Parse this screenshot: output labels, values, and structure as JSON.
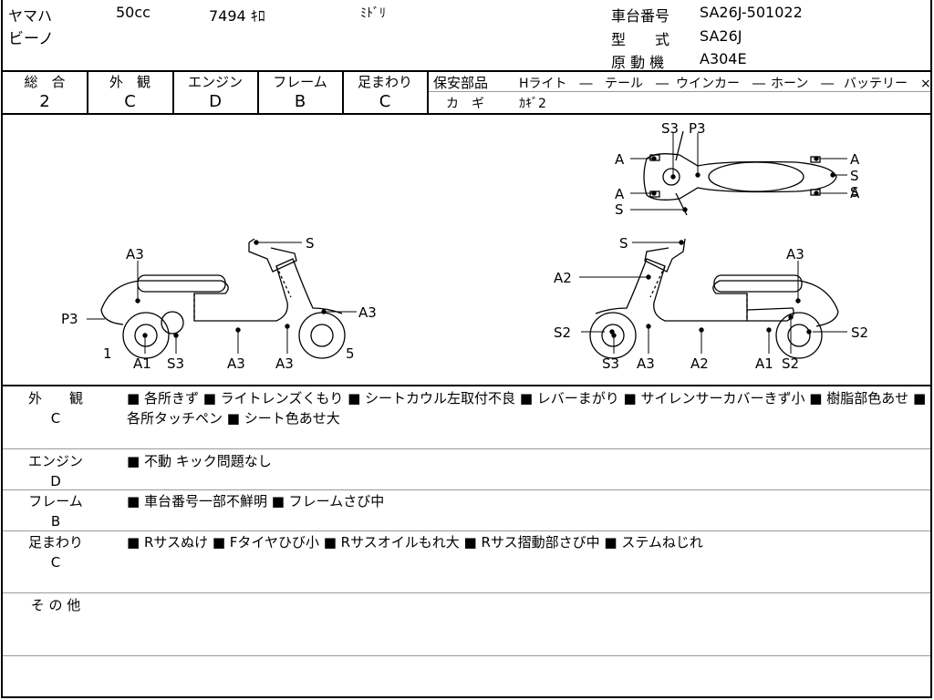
{
  "header": {
    "maker": "ヤマハ",
    "displacement": "50cc",
    "mileage": "7494 ｷﾛ",
    "color": "ﾐﾄﾞﾘ",
    "model_name": "ビーノ",
    "chassis_label": "車台番号",
    "chassis_value": "SA26J-501022",
    "type_label": "型　　式",
    "type_value": "SA26J",
    "engine_label": "原 動 機",
    "engine_value": "A304E"
  },
  "grades": [
    {
      "label": "総　合",
      "value": "2"
    },
    {
      "label": "外　観",
      "value": "C"
    },
    {
      "label": "エンジン",
      "value": "D"
    },
    {
      "label": "フレーム",
      "value": "B"
    },
    {
      "label": "足まわり",
      "value": "C"
    }
  ],
  "safety_parts": {
    "label": "保安部品",
    "items": [
      "Hライト　―",
      "テール　―",
      "ウインカー　―",
      "ホーン　―",
      "バッテリー　×"
    ],
    "key_label": "カ　ギ",
    "key_value": "ｶｷﾞ2"
  },
  "diagram_labels": {
    "top": [
      "S3",
      "P3",
      "A",
      "A",
      "S",
      "A",
      "S",
      "A",
      "S"
    ],
    "left": [
      "S",
      "A3",
      "P3",
      "A3",
      "1",
      "A1",
      "S3",
      "A3",
      "A3",
      "5"
    ],
    "right": [
      "S",
      "A3",
      "A2",
      "S2",
      "S2",
      "S3",
      "A3",
      "A2",
      "A1",
      "S2"
    ]
  },
  "sections": [
    {
      "label": "外　　観",
      "grade": "C",
      "text": "■ 各所きず ■ ライトレンズくもり ■ シートカウル左取付不良 ■ レバーまがり ■ サイレンサーカバーきず小 ■ 樹脂部色あせ ■ 各所タッチペン ■ シート色あせ大"
    },
    {
      "label": "エンジン",
      "grade": "D",
      "text": "■ 不動 キック問題なし"
    },
    {
      "label": "フレーム",
      "grade": "B",
      "text": "■ 車台番号一部不鮮明 ■ フレームさび中"
    },
    {
      "label": "足まわり",
      "grade": "C",
      "text": "■ Rサスぬけ ■ Fタイヤひび小 ■ Rサスオイルもれ大 ■ Rサス摺動部さび中 ■ ステムねじれ"
    },
    {
      "label": "そ の 他",
      "grade": "",
      "text": ""
    }
  ]
}
